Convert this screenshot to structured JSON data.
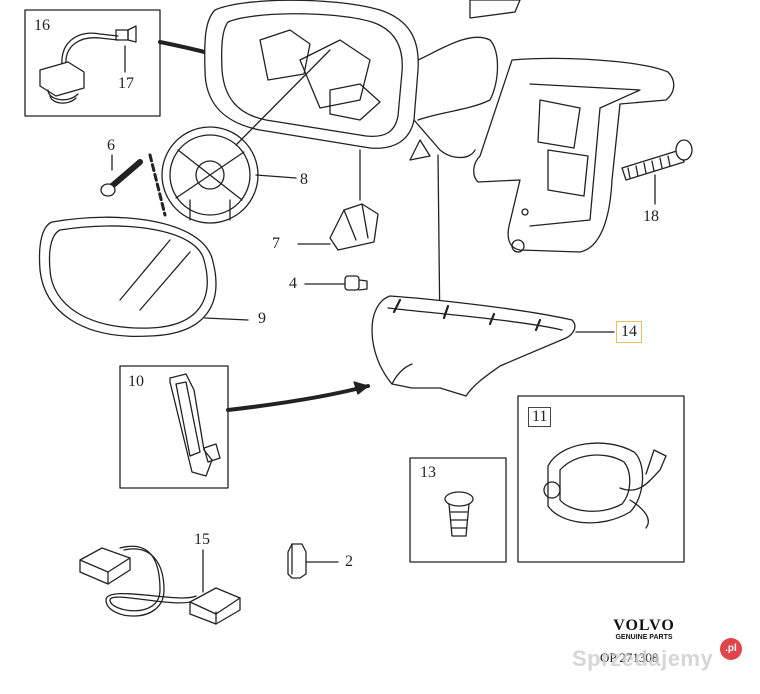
{
  "labels": {
    "l16": "16",
    "l17": "17",
    "l6": "6",
    "l8": "8",
    "l7": "7",
    "l4": "4",
    "l9": "9",
    "l14": "14",
    "l18": "18",
    "l10": "10",
    "l11": "11",
    "l13": "13",
    "l15": "15",
    "l2": "2"
  },
  "brand": {
    "name": "VOLVO",
    "sub": "GENUINE PARTS",
    "part_number": "OP 271308"
  },
  "watermark": {
    "text": "Sprzedajemy",
    "badge": ".pl"
  },
  "colors": {
    "line": "#222222",
    "highlight": "#e8c060",
    "badge": "#e0454b"
  }
}
